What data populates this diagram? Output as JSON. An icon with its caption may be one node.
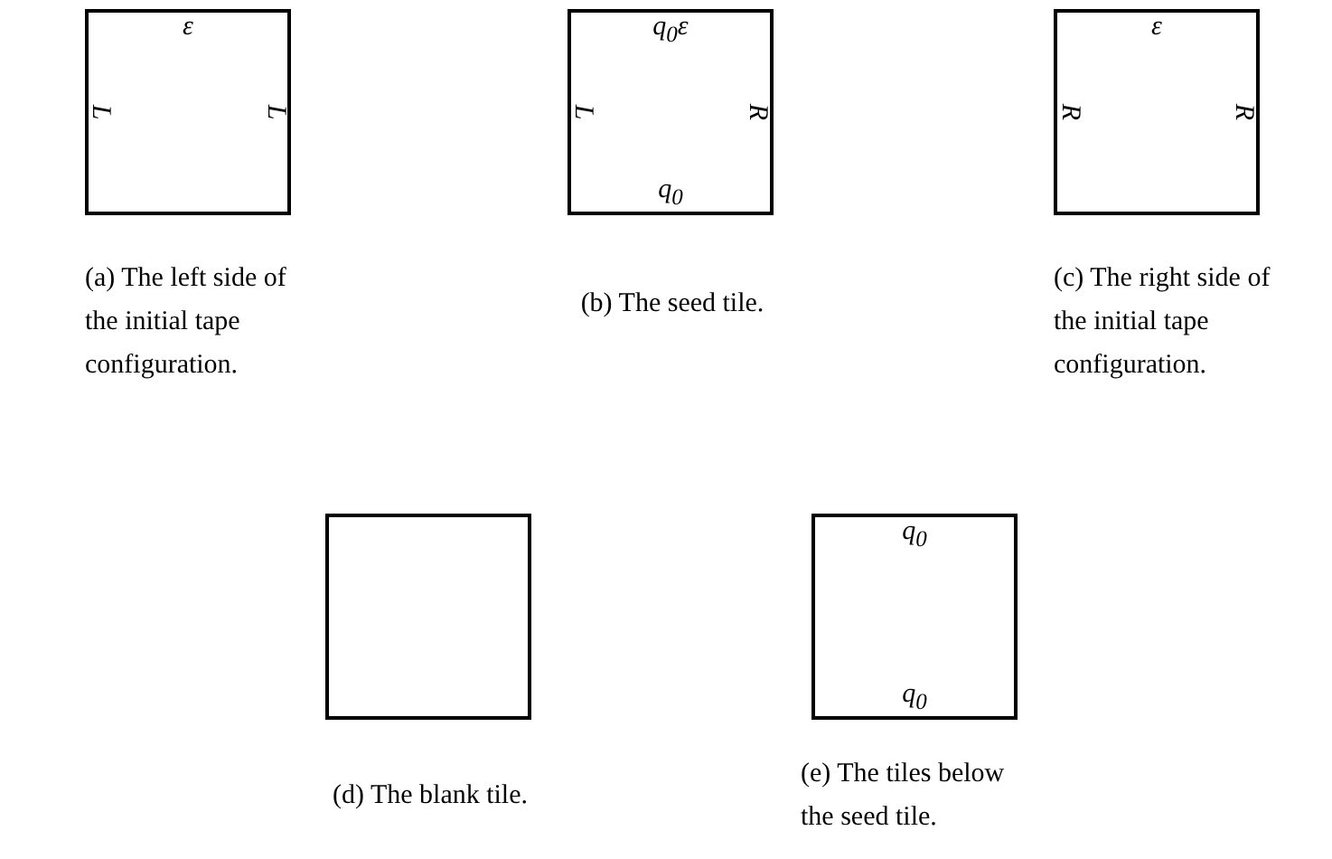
{
  "diagram": {
    "nodes": [
      {
        "text": [
          "ε",
          "L",
          "L"
        ],
        "beside": [
          "(a) The left side of the initial tape configuration."
        ]
      },
      {
        "text": [
          "q$_{0}$ε",
          "L",
          "R",
          "q$_{0}$"
        ],
        "beside": [
          "(b) The seed tile."
        ]
      },
      {
        "text": [
          "ε",
          "R",
          "R"
        ],
        "beside": [
          "(c) The right side of the initial tape configuration."
        ]
      },
      {
        "text": [],
        "shape": "box",
        "beside": [
          "(d) The blank tile."
        ]
      },
      {
        "text": [
          "q$_{0}$",
          "q$_{0}$"
        ],
        "beside": [
          "(e) The tiles below the seed tile."
        ]
      }
    ]
  }
}
